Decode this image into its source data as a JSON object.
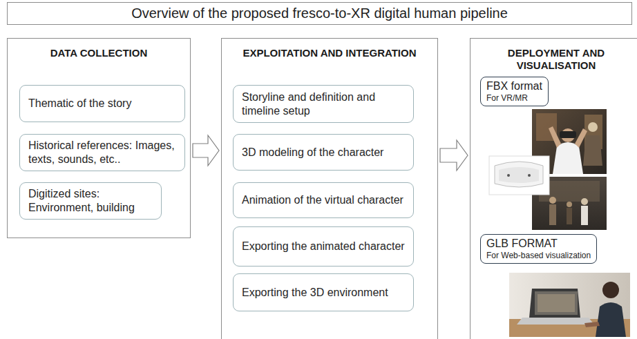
{
  "diagram": {
    "title": "Overview of the proposed fresco-to-XR digital human pipeline",
    "nodes": [
      {
        "text": [
          "DATA COLLECTION"
        ]
      },
      {
        "text": [
          "Thematic of the story"
        ],
        "in": 0
      },
      {
        "text": [
          "Historical references: Images, texts, sounds, etc.."
        ],
        "in": 0
      },
      {
        "text": [
          "Digitized sites: Environment, building"
        ],
        "in": 0
      },
      {
        "text": [
          "EXPLOITATION AND INTEGRATION"
        ]
      },
      {
        "text": [
          "Storyline and definition and timeline setup"
        ],
        "in": 4
      },
      {
        "text": [
          "3D modeling of the character"
        ],
        "in": 4
      },
      {
        "text": [
          "Animation of the virtual character"
        ],
        "in": 4
      },
      {
        "text": [
          "Exporting the animated character"
        ],
        "in": 4
      },
      {
        "text": [
          "Exporting the 3D environment"
        ],
        "in": 4
      },
      {
        "text": [
          "DEPLOYMENT AND VISUALISATION"
        ]
      },
      {
        "text": [
          "FBX format",
          "For VR/MR"
        ],
        "in": 10
      },
      {
        "text": [
          "GLB FORMAT",
          "For Web-based visualization"
        ],
        "in": 10
      }
    ],
    "edges": [
      {
        "from": 0,
        "to": 4,
        "arrow": "to"
      },
      {
        "from": 4,
        "to": 10,
        "arrow": "to"
      }
    ]
  }
}
